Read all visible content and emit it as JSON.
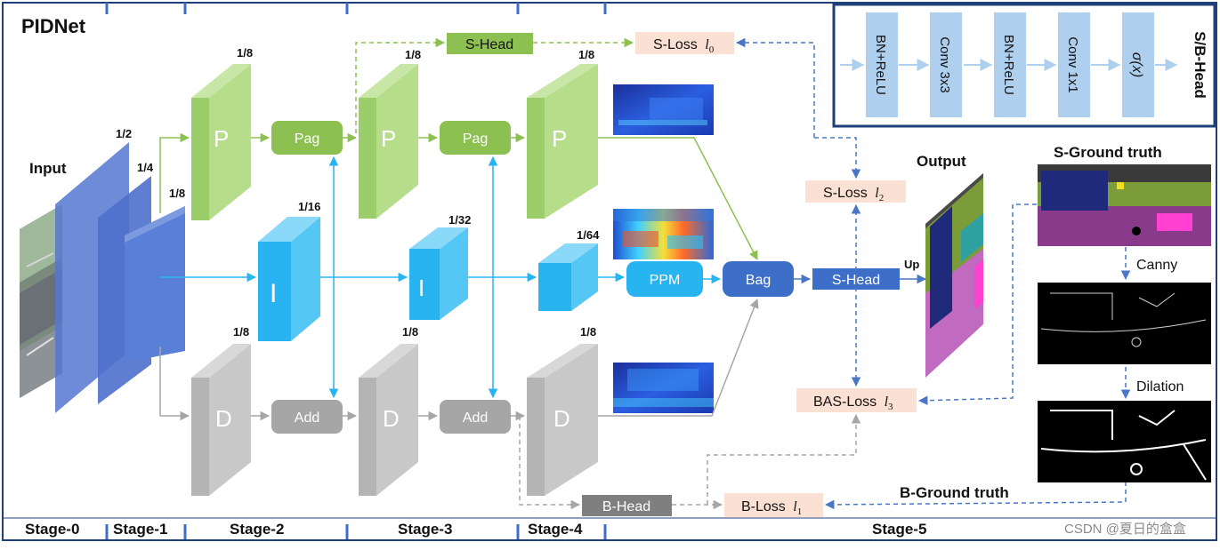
{
  "title": "PIDNet",
  "stages": [
    "Stage-0",
    "Stage-1",
    "Stage-2",
    "Stage-3",
    "Stage-4",
    "Stage-5"
  ],
  "labels": {
    "input": "Input",
    "output": "Output",
    "up": "Up",
    "s_ground_truth": "S-Ground truth",
    "b_ground_truth": "B-Ground truth",
    "canny": "Canny",
    "dilation": "Dilation",
    "scale_half": "1/2",
    "scale_quarter": "1/4",
    "scale_8_stage1": "1/8",
    "scale_8_p1": "1/8",
    "scale_8_p2": "1/8",
    "scale_8_p3": "1/8",
    "scale_8_d1": "1/8",
    "scale_8_d2": "1/8",
    "scale_8_d3": "1/8",
    "scale_16": "1/16",
    "scale_32": "1/32",
    "scale_64": "1/64",
    "branch_p": "P",
    "branch_i": "I",
    "branch_d": "D"
  },
  "modules": {
    "pag1": "Pag",
    "pag2": "Pag",
    "add1": "Add",
    "add2": "Add",
    "ppm": "PPM",
    "bag": "Bag",
    "s_head_top": "S-Head",
    "s_head_main": "S-Head",
    "b_head": "B-Head"
  },
  "losses": {
    "s_loss_0": "S-Loss",
    "s_loss_0_sym": "l",
    "s_loss_0_sub": "0",
    "s_loss_2": "S-Loss",
    "s_loss_2_sym": "l",
    "s_loss_2_sub": "2",
    "bas_loss_3": "BAS-Loss",
    "bas_loss_3_sym": "l",
    "bas_loss_3_sub": "3",
    "b_loss_1": "B-Loss",
    "b_loss_1_sym": "l",
    "b_loss_1_sub": "1"
  },
  "head_legend": {
    "title": "S/B-Head",
    "blocks": [
      "BN+ReLU",
      "Conv 3x3",
      "BN+ReLU",
      "Conv 1x1",
      "σ(x)"
    ]
  },
  "watermark": "CSDN @夏日的盒盒",
  "colors": {
    "green": "#8cc152",
    "green_light": "#b5dd8a",
    "blue": "#28b4f0",
    "blue_light": "#6fd0f7",
    "navy": "#3d6fc8",
    "gray": "#a6a6a6",
    "gray_light": "#c8c8c8",
    "loss_bg": "#fbe1d3",
    "frame": "#1f3f7a",
    "legend_block": "#aed0ee",
    "dash_blue": "#4a76c8"
  }
}
